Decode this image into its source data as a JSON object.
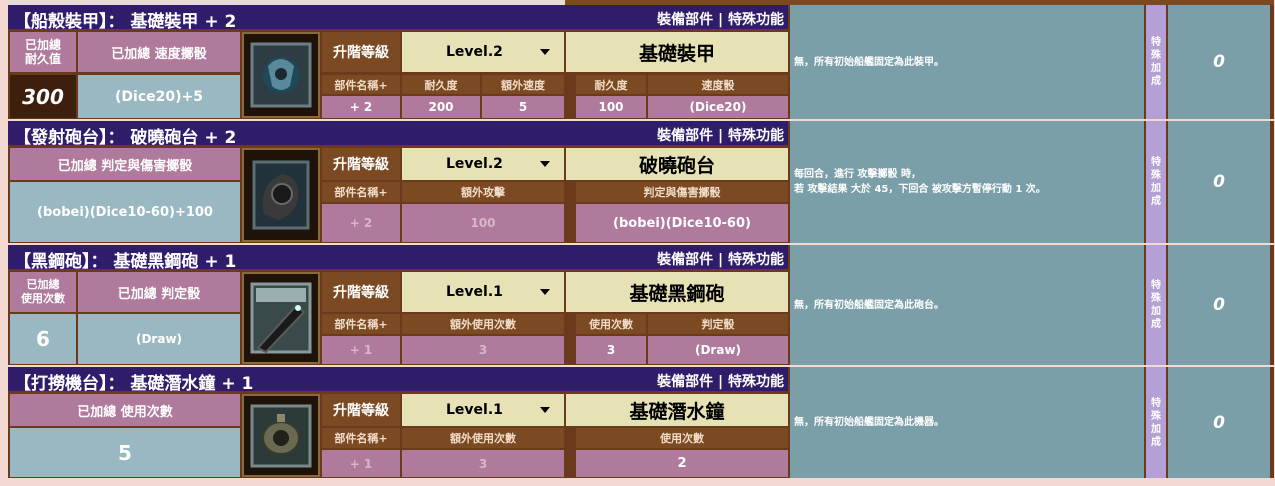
{
  "header_tags": "裝備部件 | 特殊功能",
  "upgrade_label": "升階等級",
  "special_label": "特殊加成",
  "blocks": [
    {
      "title": "【船殼裝甲】： 基礎裝甲 + 2",
      "level": "Level.2",
      "item_name": "基礎裝甲",
      "left_labels": [
        "已加總\n耐久值",
        "已加總 速度擲骰"
      ],
      "left_values": [
        "300",
        "(Dice20)+5"
      ],
      "sub_headers": [
        "部件名稱+",
        "耐久度",
        "額外速度",
        "耐久度",
        "速度骰"
      ],
      "sub_values": [
        "+ 2",
        "200",
        "5",
        "100",
        "(Dice20)"
      ],
      "description": "無，所有初始船艦固定為此裝甲。",
      "special_value": "0"
    },
    {
      "title": "【發射砲台】： 破曉砲台 + 2",
      "level": "Level.2",
      "item_name": "破曉砲台",
      "left_labels": [
        "已加總 判定與傷害擲骰"
      ],
      "left_values": [
        "(bobei)(Dice10-60)+100"
      ],
      "sub_headers": [
        "部件名稱+",
        "額外攻擊",
        "判定與傷害擲骰"
      ],
      "sub_values": [
        "+ 2",
        "100",
        "(bobei)(Dice10-60)"
      ],
      "description": "每回合，進行 攻擊擲骰 時，\n若 攻擊結果 大於 45，下回合 被攻擊方暫停行動 1 次。",
      "special_value": "0"
    },
    {
      "title": "【黑鋼砲】： 基礎黑鋼砲 + 1",
      "level": "Level.1",
      "item_name": "基礎黑鋼砲",
      "left_labels": [
        "已加總\n使用次數",
        "已加總 判定骰"
      ],
      "left_values": [
        "6",
        "(Draw)"
      ],
      "sub_headers": [
        "部件名稱+",
        "額外使用次數",
        "使用次數",
        "判定骰"
      ],
      "sub_values": [
        "+ 1",
        "3",
        "3",
        "(Draw)"
      ],
      "description": "無，所有初始船艦固定為此砲台。",
      "special_value": "0"
    },
    {
      "title": "【打撈機台】： 基礎潛水鐘 + 1",
      "level": "Level.1",
      "item_name": "基礎潛水鐘",
      "left_labels": [
        "已加總 使用次數"
      ],
      "left_values": [
        "5"
      ],
      "sub_headers": [
        "部件名稱+",
        "額外使用次數",
        "使用次數"
      ],
      "sub_values": [
        "+ 1",
        "3",
        "2"
      ],
      "description": "無，所有初始船艦固定為此機器。",
      "special_value": "0"
    }
  ],
  "colors": {
    "header_bg": "#2f1d6b",
    "pink": "#b07a9c",
    "teal": "#7a9fa8",
    "cream": "#e6e2b6",
    "brown": "#7b4a22",
    "lavender": "#b4a0d4"
  },
  "icons": [
    "armor-hull-icon",
    "cannon-turret-icon",
    "black-steel-cannon-icon",
    "diving-bell-icon"
  ]
}
